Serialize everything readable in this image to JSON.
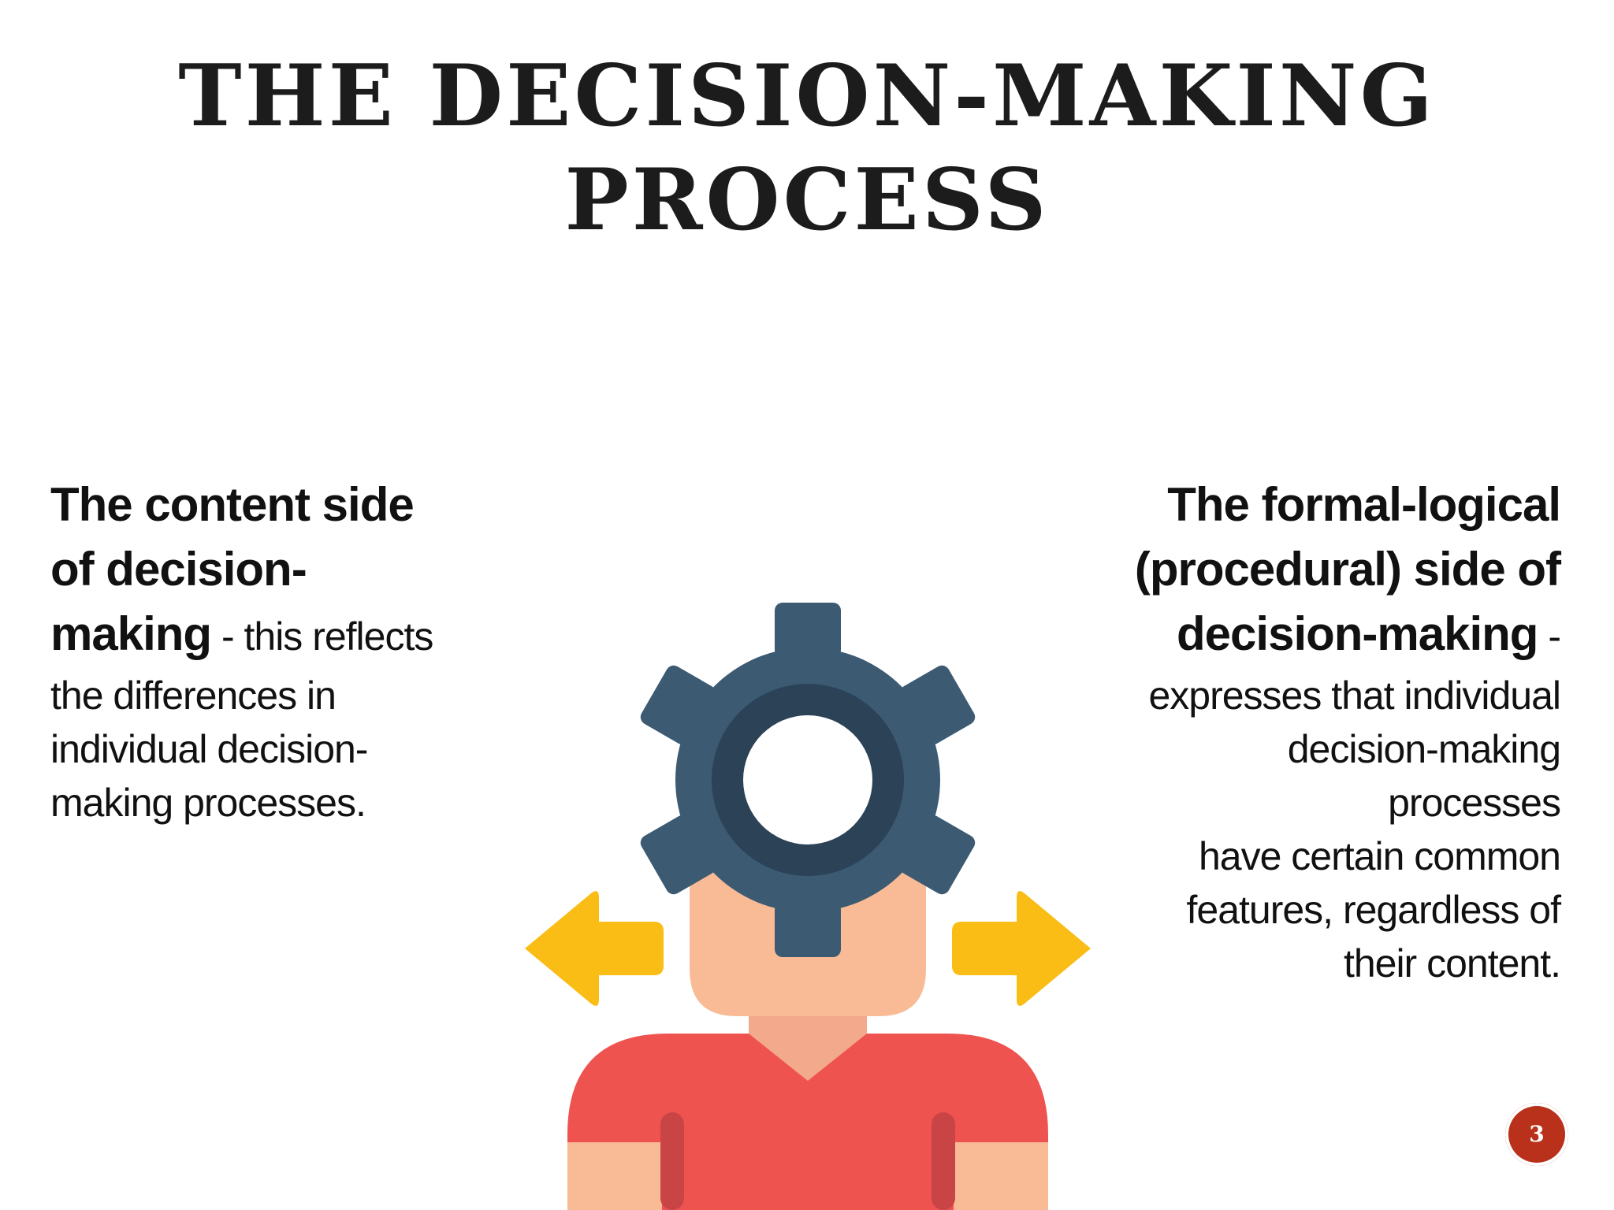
{
  "slide": {
    "title_line1": "THE DECISION-MAKING",
    "title_line2": "PROCESS",
    "page_number": "3"
  },
  "left": {
    "bold_1": "The content side",
    "bold_2": "of decision-",
    "bold_3": "making",
    "dash": " - this reflects",
    "line_4": "the differences in",
    "line_5": "individual decision-",
    "line_6": "making processes."
  },
  "right": {
    "bold_1": "The formal-logical",
    "bold_2": "(procedural) side of",
    "bold_3": "decision-making",
    "dash": " -",
    "line_4": "expresses that individual",
    "line_5": "decision-making",
    "line_6": "processes",
    "line_7": "have certain common",
    "line_8": "features, regardless of",
    "line_9": "their content."
  },
  "illustration": {
    "icon": "person-with-gear-head-icon",
    "colors": {
      "gear": "#3d5a73",
      "gear_inner": "#2c4257",
      "arrows": "#f9bd16",
      "skin": "#f9bb95",
      "skin_shadow": "#f3a98b",
      "shirt": "#ee5350",
      "shirt_dark": "#c94545"
    }
  },
  "badge_color": "#b9311b"
}
